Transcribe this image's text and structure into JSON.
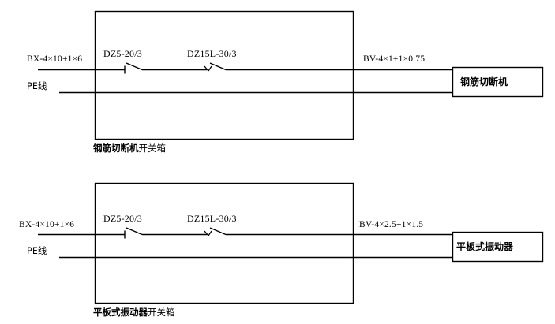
{
  "diagram": {
    "title_semantic": "construction-site-power-distribution-single-line-diagram",
    "stroke_color": "#000000",
    "background_color": "#ffffff",
    "circuits": [
      {
        "id": "circuit-rebar-cutter",
        "supply_cable_label": "BX-4×10+1×6",
        "pe_label": "PE线",
        "breaker_1_label": "DZ5-20/3",
        "breaker_2_label": "DZ15L-30/3",
        "outgoing_cable_label": "BV-4×1+1×0.75",
        "switchbox_label_bold": "钢筋切断机",
        "switchbox_label_rest": "开关箱",
        "equipment_label": "钢筋切断机"
      },
      {
        "id": "circuit-plate-vibrator",
        "supply_cable_label": "BX-4×10+1×6",
        "pe_label": "PE线",
        "breaker_1_label": "DZ5-20/3",
        "breaker_2_label": "DZ15L-30/3",
        "outgoing_cable_label": "BV-4×2.5+1×1.5",
        "switchbox_label_bold": "平板式振动器",
        "switchbox_label_rest": "开关箱",
        "equipment_label": "平板式振动器"
      }
    ]
  }
}
